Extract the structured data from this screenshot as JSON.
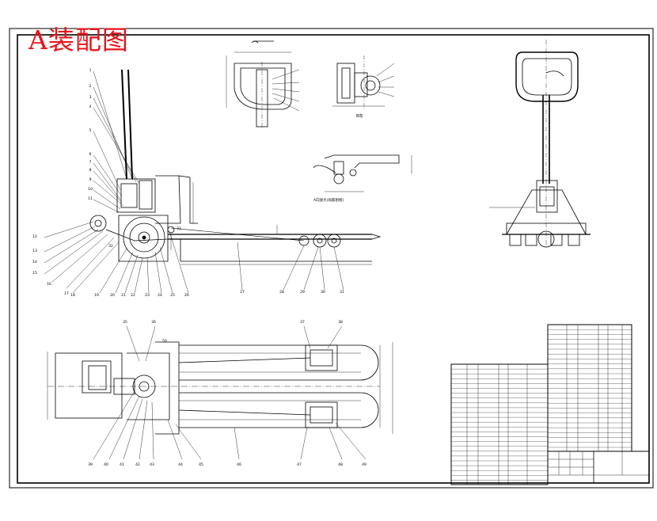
{
  "drawing": {
    "title": "A装配图",
    "title_color": "#e8141a",
    "line_color": "#000000",
    "background": "#ffffff"
  },
  "callouts_side_view": [
    "1",
    "2",
    "3",
    "4",
    "5",
    "6",
    "7",
    "8",
    "9",
    "10",
    "11",
    "12",
    "13",
    "14",
    "15",
    "16",
    "17",
    "18",
    "19",
    "20",
    "21",
    "22",
    "23",
    "24",
    "25",
    "26",
    "27",
    "28",
    "29",
    "30",
    "31",
    "32",
    "33"
  ],
  "callouts_plan_view": [
    "35",
    "36",
    "37",
    "38",
    "39",
    "40",
    "41",
    "42",
    "43",
    "44",
    "45",
    "46",
    "47",
    "48",
    "49",
    "50"
  ],
  "view_captions": {
    "detail_b": "B向",
    "detail_c": "C向",
    "pump_detail": "A向放大(局部剖视)"
  }
}
